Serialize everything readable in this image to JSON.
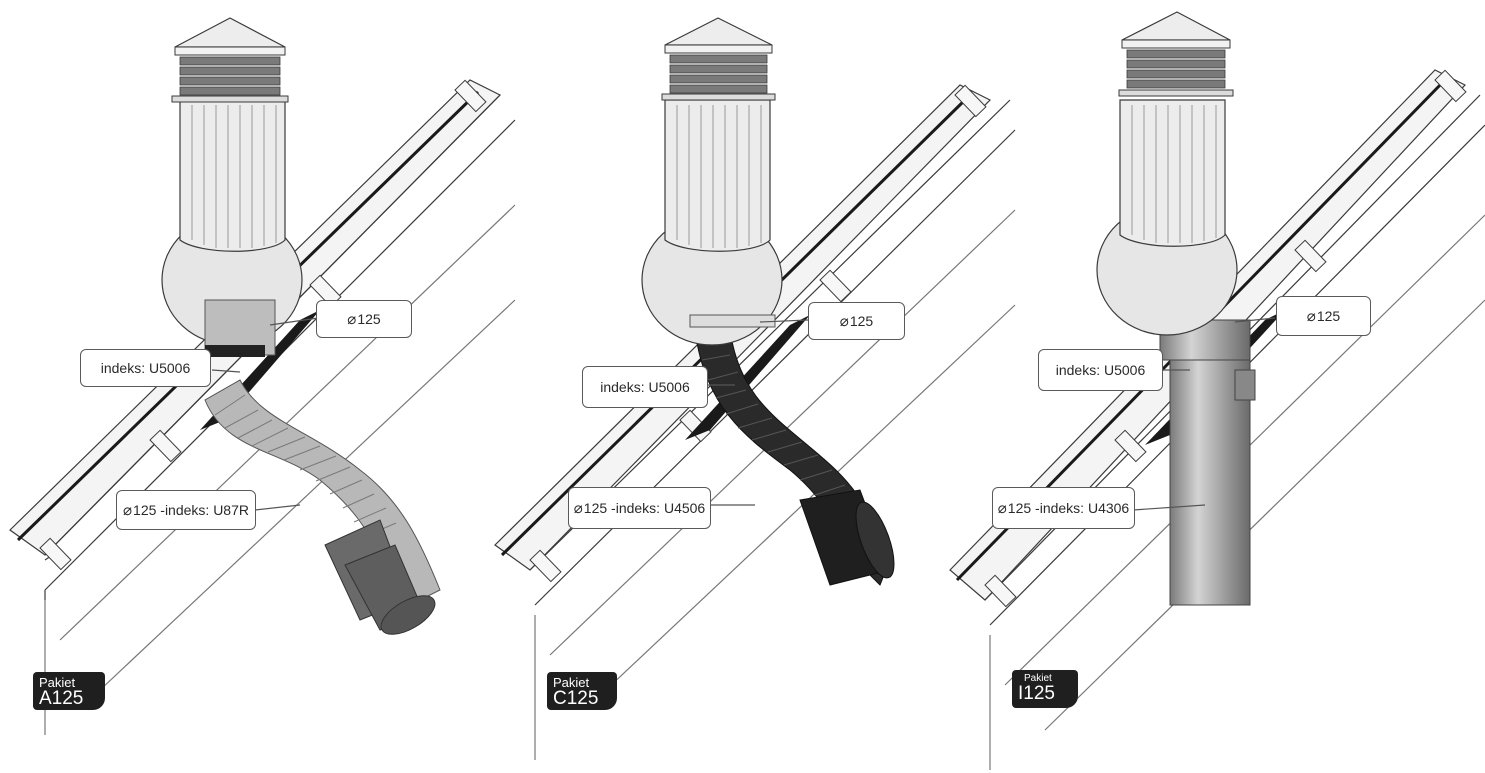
{
  "panels": [
    {
      "diameter_label": "⌀",
      "diameter_value": "125",
      "index_label": "indeks: U5006",
      "pipe_label": "125 -indeks: U87R",
      "badge_line1": "Pakiet",
      "badge_line2": "A125",
      "pipe_type": "flexible-grey"
    },
    {
      "diameter_label": "⌀",
      "diameter_value": "125",
      "index_label": "indeks: U5006",
      "pipe_label": "125 -indeks: U4506",
      "badge_line1": "Pakiet",
      "badge_line2": "C125",
      "pipe_type": "flexible-black"
    },
    {
      "diameter_label": "⌀",
      "diameter_value": "125",
      "index_label": "indeks: U5006",
      "pipe_label": "125 -indeks: U4306",
      "badge_line1": "Pakiet",
      "badge_line2": "I125",
      "pipe_type": "rigid-grey"
    }
  ],
  "colors": {
    "outline": "#3a3a3a",
    "cap": "#e8e8e8",
    "flex_grey": "#b8b8b8",
    "flex_black": "#2a2a2a",
    "rigid_grey": "#9a9a9a",
    "badge_bg": "#1f1f1f"
  }
}
